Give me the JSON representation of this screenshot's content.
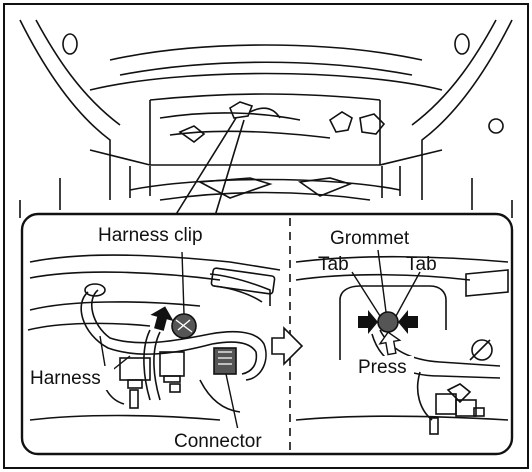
{
  "labels": {
    "harness_clip": "Harness clip",
    "harness": "Harness",
    "connector": "Connector",
    "grommet": "Grommet",
    "tab_left": "Tab",
    "tab_right": "Tab",
    "press": "Press"
  },
  "colors": {
    "ink": "#111111",
    "paper": "#ffffff",
    "shade": "#555555"
  },
  "icons": [
    "removal-direction-arrow-icon",
    "proceed-arrow-icon",
    "press-arrow-icon",
    "pinch-arrow-icon"
  ]
}
